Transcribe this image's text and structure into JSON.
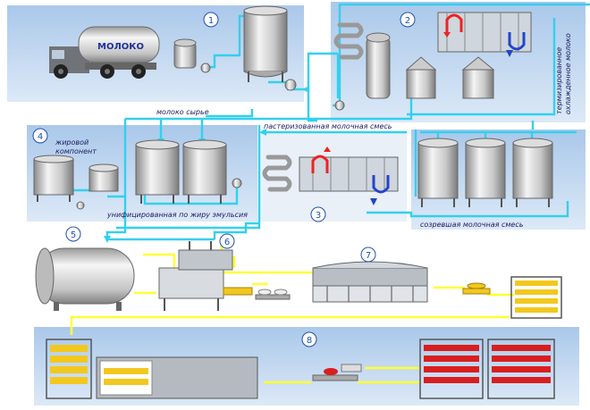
{
  "sections": [
    {
      "id": "1",
      "label": "1"
    },
    {
      "id": "2",
      "label": "2"
    },
    {
      "id": "3",
      "label": "3"
    },
    {
      "id": "4",
      "label": "4"
    },
    {
      "id": "5",
      "label": "5"
    },
    {
      "id": "6",
      "label": "6"
    },
    {
      "id": "7",
      "label": "7"
    },
    {
      "id": "8",
      "label": "8"
    }
  ],
  "labels": {
    "truck": "МОЛОКО",
    "raw_milk": "молоко сырье",
    "pasteurized_mix": "пастеризованная молочная смесь",
    "fat_component_line1": "жировой",
    "fat_component_line2": "компонент",
    "unified_emulsion": "унифицированная по жиру эмульсия",
    "ripened_mix": "созревшая молочная смесь",
    "thermized_line1": "термизированное",
    "thermized_line2": "охлажденное молоко"
  },
  "colors": {
    "panel": "#cfe0f3",
    "pipe": "#33d0ee",
    "product": "#ffff33",
    "hot": "#ee2222",
    "cold": "#2244cc",
    "cheese": "#f2c81e",
    "cheese_red": "#d81e1e"
  }
}
